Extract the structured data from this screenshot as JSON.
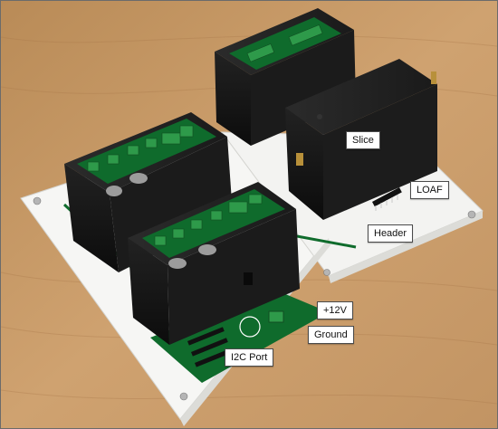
{
  "labels": {
    "slice": "Slice",
    "loaf": "LOAF",
    "header": "Header",
    "power": "+12V",
    "ground": "Ground",
    "i2c_port": "I2C Port"
  },
  "colors": {
    "wood": "#c89a66",
    "baseplate": "#f6f6f4",
    "pcb": "#0f6b2c",
    "enclosure": "#151515",
    "terminal": "#2e9a4a"
  },
  "icons": [
    "screw-terminal-icon",
    "bolt-icon",
    "sma-connector-icon",
    "pin-header-icon"
  ]
}
